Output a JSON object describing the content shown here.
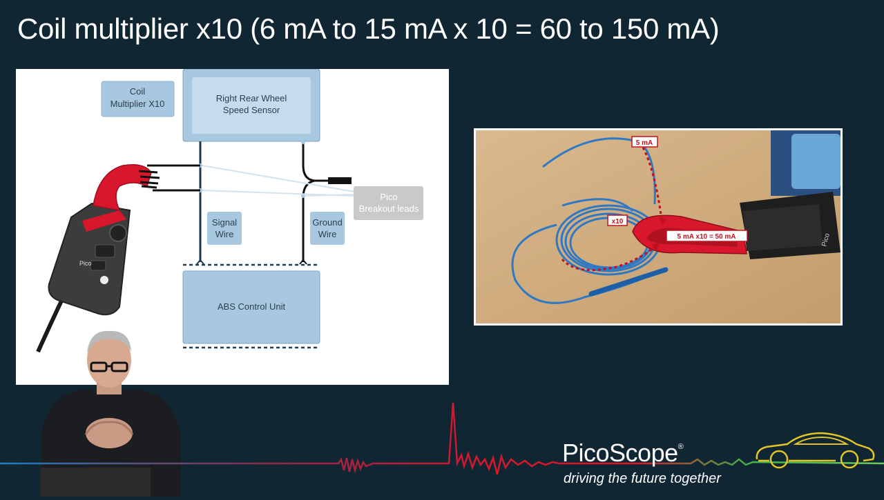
{
  "slide": {
    "title": "Coil multiplier x10 (6 mA to 15 mA x 10 = 60 to 150 mA)"
  },
  "diagram": {
    "coil_label_line1": "Coil",
    "coil_label_line2": "Multiplier X10",
    "sensor_label_line1": "Right Rear Wheel",
    "sensor_label_line2": "Speed Sensor",
    "pico_label_line1": "Pico",
    "pico_label_line2": "Breakout leads",
    "signal_label_line1": "Signal",
    "signal_label_line2": "Wire",
    "ground_label_line1": "Ground",
    "ground_label_line2": "Wire",
    "abs_label": "ABS Control Unit",
    "clamp_brand": "Pico"
  },
  "photo": {
    "label_5ma": "5 mA",
    "label_x10": "x10",
    "label_result": "5 mA x10 = 50 mA",
    "clamp_brand": "Pico"
  },
  "branding": {
    "name": "PicoScope",
    "reg": "®",
    "tagline": "driving the future together",
    "car_icon": "car-outline-icon"
  },
  "colors": {
    "background": "#112633",
    "diagram_box": "#a8c8e0",
    "diagram_box_inner": "#c5dcec",
    "pico_box": "#c9c9c9",
    "clamp_red": "#d8172c",
    "annotation_red": "#c0121e",
    "car_yellow": "#e3c52a"
  }
}
